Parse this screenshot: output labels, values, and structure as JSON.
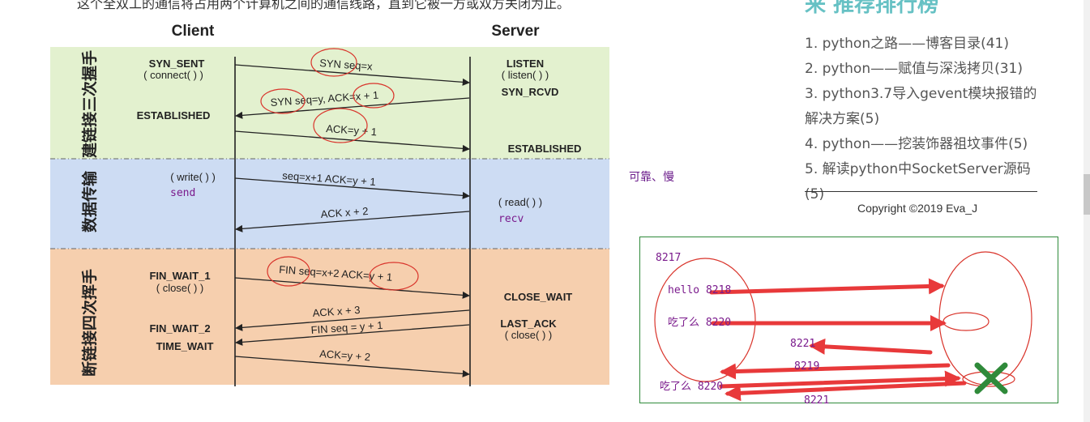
{
  "article": {
    "intro_text": "这个全双工的通信将占用两个计算机之间的通信线路，直到它被一方或双方关闭为止。"
  },
  "diagram": {
    "client_label": "Client",
    "server_label": "Server",
    "phases": [
      {
        "label": "建链接三次握手",
        "color": "#e3f1cf"
      },
      {
        "label": "数据传输",
        "color": "#cddcf3"
      },
      {
        "label": "断链接四次挥手",
        "color": "#f6cfae"
      }
    ],
    "client_states": {
      "syn_sent": "SYN_SENT",
      "connect": "( connect( ) )",
      "established": "ESTABLISHED",
      "write": "( write( ) )",
      "send": "send",
      "fin_wait_1": "FIN_WAIT_1",
      "close": "( close( ) )",
      "fin_wait_2": "FIN_WAIT_2",
      "time_wait": "TIME_WAIT"
    },
    "server_states": {
      "listen": "LISTEN",
      "listen_call": "( listen( ) )",
      "syn_rcvd": "SYN_RCVD",
      "established": "ESTABLISHED",
      "read": "( read( ) )",
      "recv": "recv",
      "close_wait": "CLOSE_WAIT",
      "last_ack": "LAST_ACK",
      "close": "( close( ) )"
    },
    "messages": {
      "syn": "SYN seq=x",
      "syn_ack": "SYN seq=y, ACK=x + 1",
      "ack": "ACK=y + 1",
      "data": "seq=x+1 ACK=y + 1",
      "data_ack": "ACK x + 2",
      "fin": "FIN seq=x+2 ACK=y + 1",
      "fin_ack": "ACK x + 3",
      "server_fin": "FIN seq = y + 1",
      "last_ack": "ACK=y + 2"
    }
  },
  "side_note": "可靠、慢",
  "sidebar": {
    "heading": "来 推荐排行榜",
    "items": [
      "1. python之路——博客目录(41)",
      "2. python——赋值与深浅拷贝(31)",
      "3. python3.7导入gevent模块报错的解决方案(5)",
      "4. python——挖装饰器祖坟事件(5)",
      "5. 解读python中SocketServer源码(5)"
    ],
    "copyright": "Copyright ©2019 Eva_J"
  },
  "sketch": {
    "port_top": "8217",
    "msg1": "hello 8218",
    "msg2": "吃了么 8220",
    "r1": "8221",
    "r2": "8219",
    "msg3": "吃了么 8220",
    "r3": "8221"
  },
  "colors": {
    "arrow_red": "#e8393a",
    "circle_red": "#d9342b",
    "cross_green": "#2f8a3a",
    "code_purple": "#7a1a8c",
    "accent_teal": "#66c1c4"
  }
}
